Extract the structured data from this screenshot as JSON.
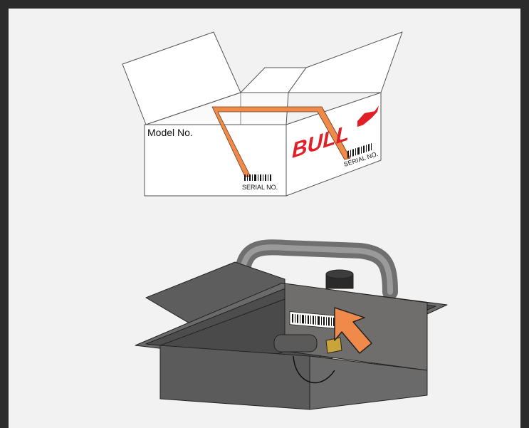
{
  "box": {
    "model_label": "Model No.",
    "front_serial_label": "SERIAL NO.",
    "side_serial_label": "SERIAL NO.",
    "brand": "BULL",
    "brand_color": "#e01f26",
    "tape_color": "#f08a4b"
  },
  "unit": {
    "arrow_color": "#f08a4b",
    "body_color": "#707070"
  }
}
